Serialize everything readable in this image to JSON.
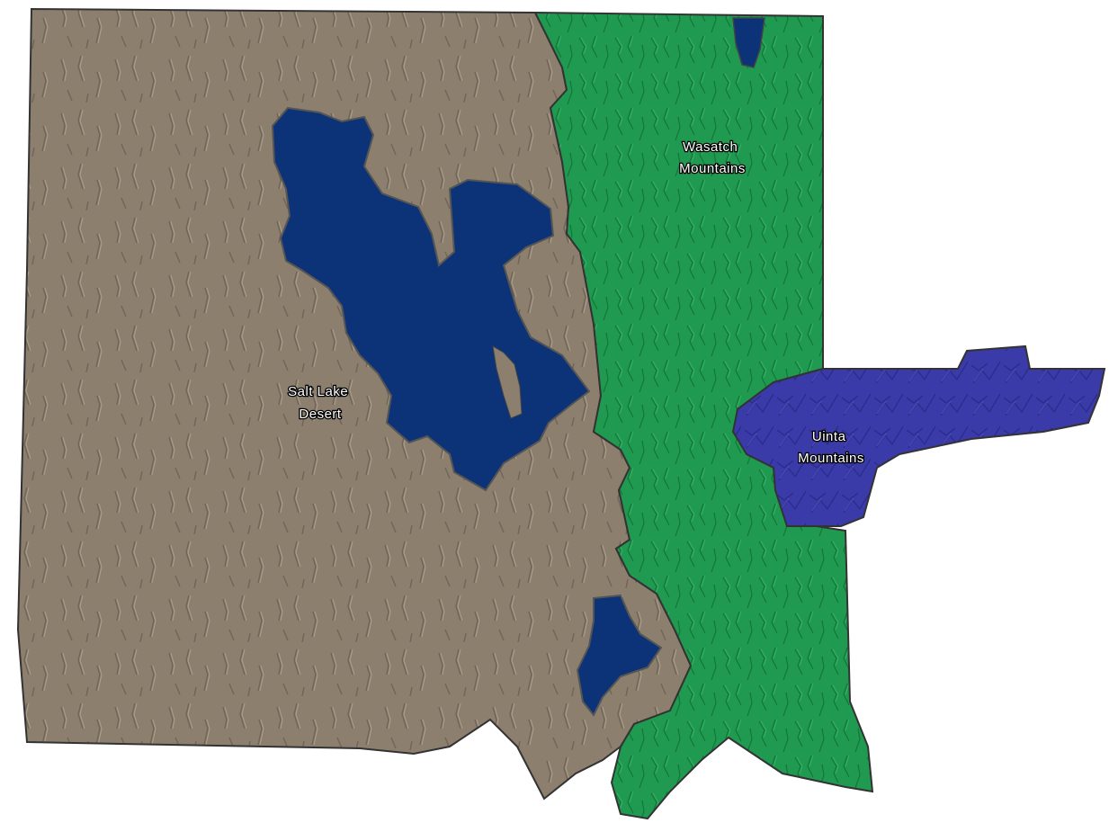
{
  "map": {
    "regions": [
      {
        "id": "salt-lake-desert",
        "label_lines": [
          "Salt Lake",
          "Desert"
        ],
        "color": "#8c7f6e"
      },
      {
        "id": "wasatch-mountains",
        "label_lines": [
          "Wasatch",
          "Mountains"
        ],
        "color": "#1f9a50"
      },
      {
        "id": "uinta-mountains",
        "label_lines": [
          "Uinta",
          "Mountains"
        ],
        "color": "#3a3aa8"
      }
    ],
    "water_color": "#0c3278",
    "background_color": "#ffffff"
  }
}
